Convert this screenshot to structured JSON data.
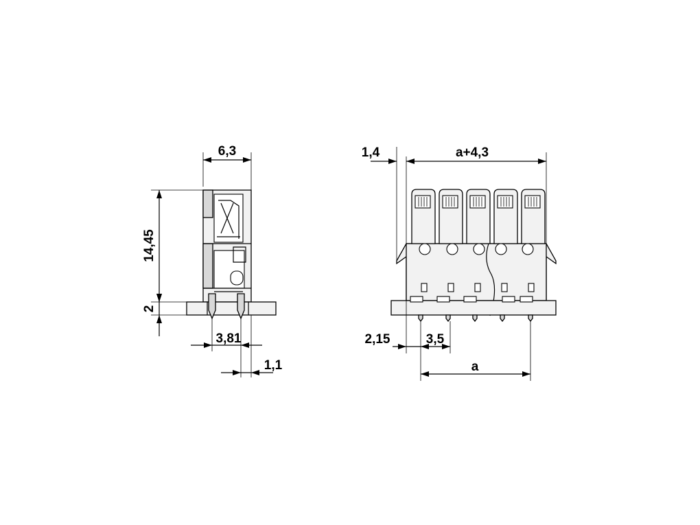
{
  "drawing": {
    "side_view": {
      "width_label": "6,3",
      "height_label": "14,45",
      "base_label": "2",
      "pitch_label": "3,81",
      "offset_label": "1,1"
    },
    "front_view": {
      "edge_label": "1,4",
      "total_width_label": "a+4,3",
      "pin_offset_label": "2,15",
      "pin_pitch_label": "3,5",
      "pin_span_label": "a",
      "pole_count": 5
    }
  }
}
